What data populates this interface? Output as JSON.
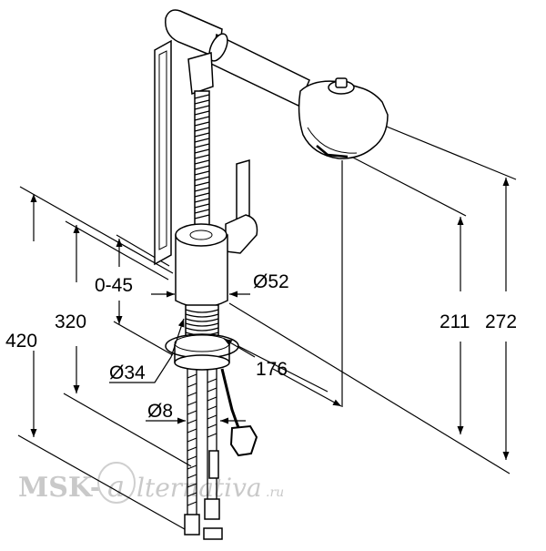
{
  "dimensions": {
    "height_total": "420",
    "height_mid": "320",
    "deck_range": "0-45",
    "diameter_body": "Ø52",
    "diameter_shank": "Ø34",
    "reach": "176",
    "diameter_hose": "Ø8",
    "height_spout_lower": "211",
    "height_spout_upper": "272"
  },
  "watermark": {
    "prefix": "MSK-",
    "script": "lternativa",
    "suffix": ".ru"
  },
  "colors": {
    "line": "#000000",
    "watermark": "#c9c9c9"
  }
}
